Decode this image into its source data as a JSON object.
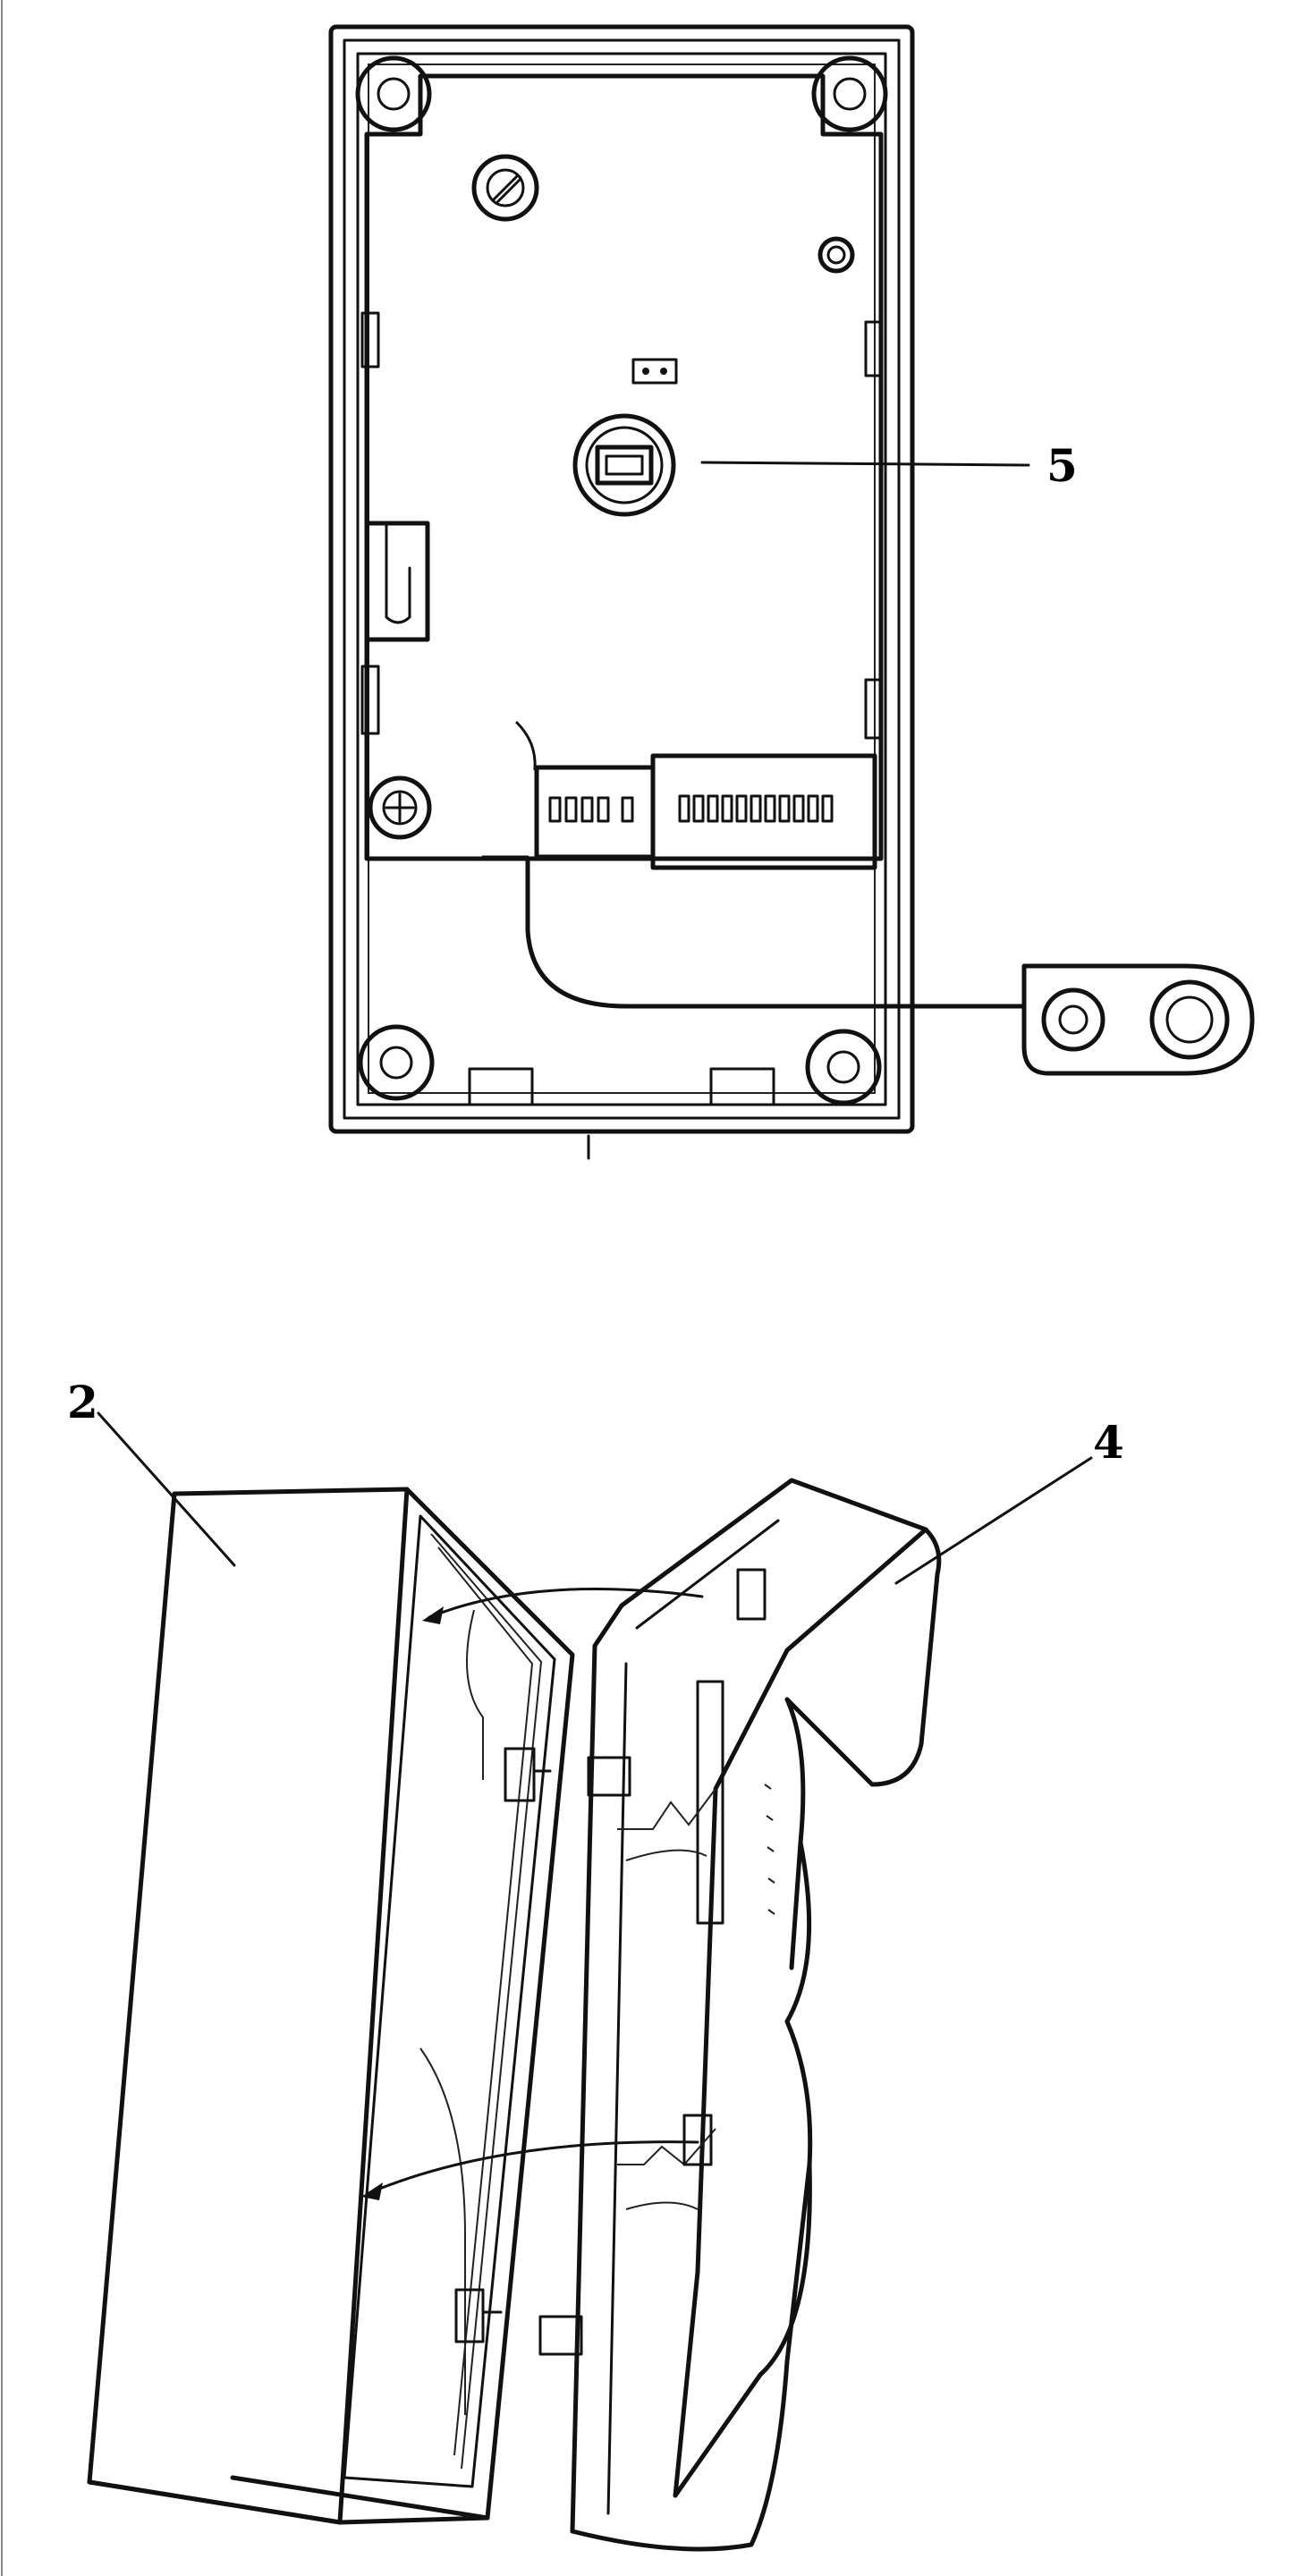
{
  "figure": {
    "callouts": [
      {
        "id": "callout-5",
        "text": "5"
      },
      {
        "id": "callout-2",
        "text": "2"
      },
      {
        "id": "callout-4",
        "text": "4"
      }
    ]
  },
  "colors": {
    "ink": "#111111",
    "paper": "#ffffff"
  }
}
